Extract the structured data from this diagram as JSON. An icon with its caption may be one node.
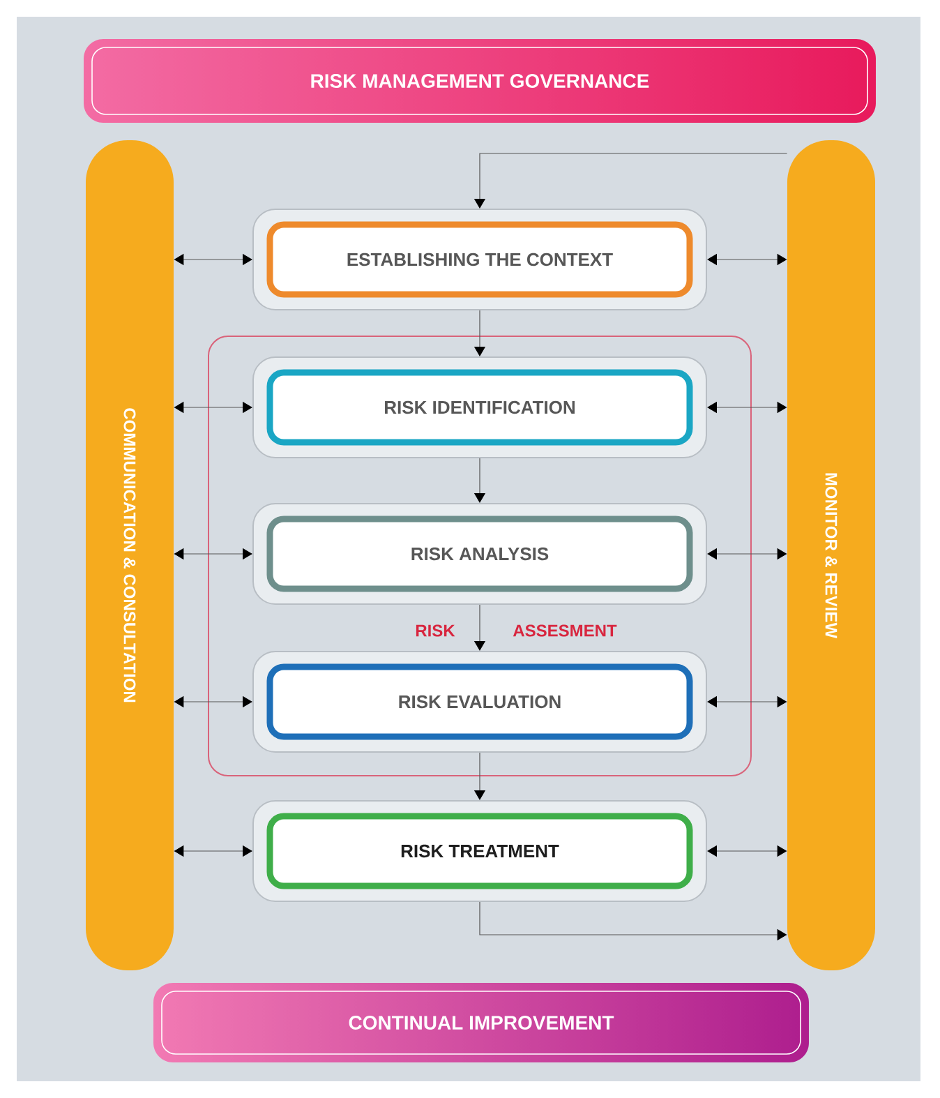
{
  "diagram": {
    "nodes": [
      {
        "text": [
          "RISK MANAGEMENT GOVERNANCE"
        ]
      },
      {
        "text": [
          "COMMUNICATION & CONSULTATION"
        ]
      },
      {
        "text": [
          "MONITOR & REVIEW"
        ]
      },
      {
        "text": [
          "ESTABLISHING THE CONTEXT"
        ]
      },
      {
        "text": [
          "RISK",
          "ASSESMENT"
        ]
      },
      {
        "text": [
          "RISK IDENTIFICATION"
        ],
        "in": 4
      },
      {
        "text": [
          "RISK ANALYSIS"
        ],
        "in": 4
      },
      {
        "text": [
          "RISK EVALUATION"
        ],
        "in": 4
      },
      {
        "text": [
          "RISK TREATMENT"
        ]
      },
      {
        "text": [
          "CONTINUAL IMPROVEMENT"
        ]
      }
    ],
    "edges": [
      {
        "from": 2,
        "to": 3,
        "arrow": "to"
      },
      {
        "from": 1,
        "to": 3,
        "arrow": "both"
      },
      {
        "from": 3,
        "to": 2,
        "arrow": "both"
      },
      {
        "from": 3,
        "to": 5,
        "arrow": "to"
      },
      {
        "from": 1,
        "to": 5,
        "arrow": "both"
      },
      {
        "from": 5,
        "to": 2,
        "arrow": "both"
      },
      {
        "from": 5,
        "to": 6,
        "arrow": "to"
      },
      {
        "from": 1,
        "to": 6,
        "arrow": "both"
      },
      {
        "from": 6,
        "to": 2,
        "arrow": "both"
      },
      {
        "from": 6,
        "to": 7,
        "arrow": "to"
      },
      {
        "from": 1,
        "to": 7,
        "arrow": "both"
      },
      {
        "from": 7,
        "to": 2,
        "arrow": "both"
      },
      {
        "from": 7,
        "to": 8,
        "arrow": "to"
      },
      {
        "from": 1,
        "to": 8,
        "arrow": "both"
      },
      {
        "from": 8,
        "to": 2,
        "arrow": "both"
      },
      {
        "from": 8,
        "to": 2,
        "arrow": "to"
      }
    ]
  }
}
